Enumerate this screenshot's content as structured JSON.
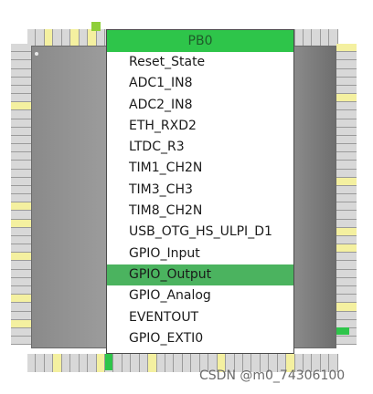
{
  "pin_popup": {
    "title": "PB0",
    "items": [
      "Reset_State",
      "ADC1_IN8",
      "ADC2_IN8",
      "ETH_RXD2",
      "LTDC_R3",
      "TIM1_CH2N",
      "TIM3_CH3",
      "TIM8_CH2N",
      "USB_OTG_HS_ULPI_D1",
      "GPIO_Input",
      "GPIO_Output",
      "GPIO_Analog",
      "EVENTOUT",
      "GPIO_EXTI0"
    ],
    "selected_item": "GPIO_Output"
  },
  "colors": {
    "title_bg": "#2ec54a",
    "selected_bg": "#4bb35f",
    "chip_body": "#a0a0a0"
  },
  "watermark": "CSDN @m0_74306100"
}
